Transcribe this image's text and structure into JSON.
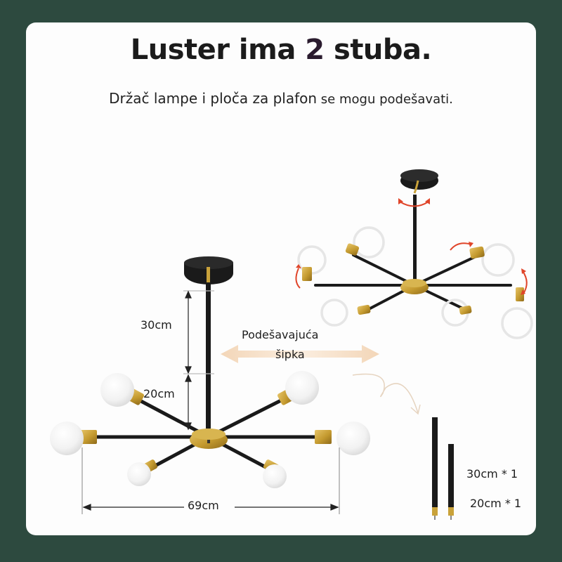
{
  "header": {
    "title_prefix": "Luster ima ",
    "title_number": "2",
    "title_suffix": " stuba.",
    "subtitle_main": "Držač lampe i ploča za plafon",
    "subtitle_small": " se mogu podešavati."
  },
  "dimensions": {
    "upper_rod": "30cm",
    "lower_rod": "20cm",
    "width": "69cm"
  },
  "adjustable_rod": {
    "line1": "Podešavajuća",
    "line2": "šipka"
  },
  "rods_included": [
    {
      "label": "30cm * 1"
    },
    {
      "label": "20cm * 1"
    }
  ],
  "colors": {
    "background": "#2d4a3f",
    "card": "#fdfdfd",
    "metal_black": "#1a1a1a",
    "brass": "#c9a23a",
    "rotate_arrow": "#e0452a",
    "adjust_arrow": "#f1cfae"
  }
}
